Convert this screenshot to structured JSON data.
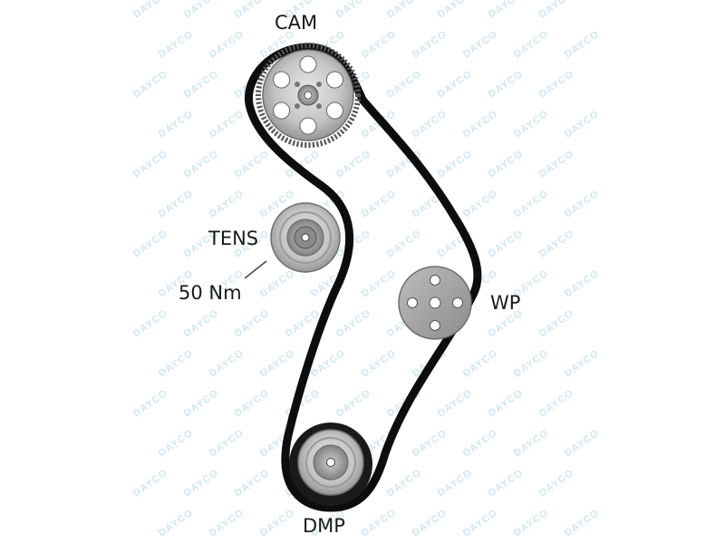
{
  "labels": {
    "cam": "CAM",
    "tens": "TENS",
    "torque": "50 Nm",
    "wp": "WP",
    "dmp": "DMP"
  },
  "watermark": {
    "text": "DAYCO",
    "color": "#cfe6f3"
  },
  "colors": {
    "belt": "#0d0d0d",
    "pulley_light": "#dcdcdc",
    "pulley_mid": "#a9a9a9",
    "pulley_dark": "#6e6e6e",
    "label": "#1a1a1a"
  },
  "icons": {
    "cam": "cam-gear-pulley-icon",
    "tens": "tensioner-pulley-icon",
    "wp": "water-pump-pulley-icon",
    "dmp": "crankshaft-damper-pulley-icon"
  }
}
